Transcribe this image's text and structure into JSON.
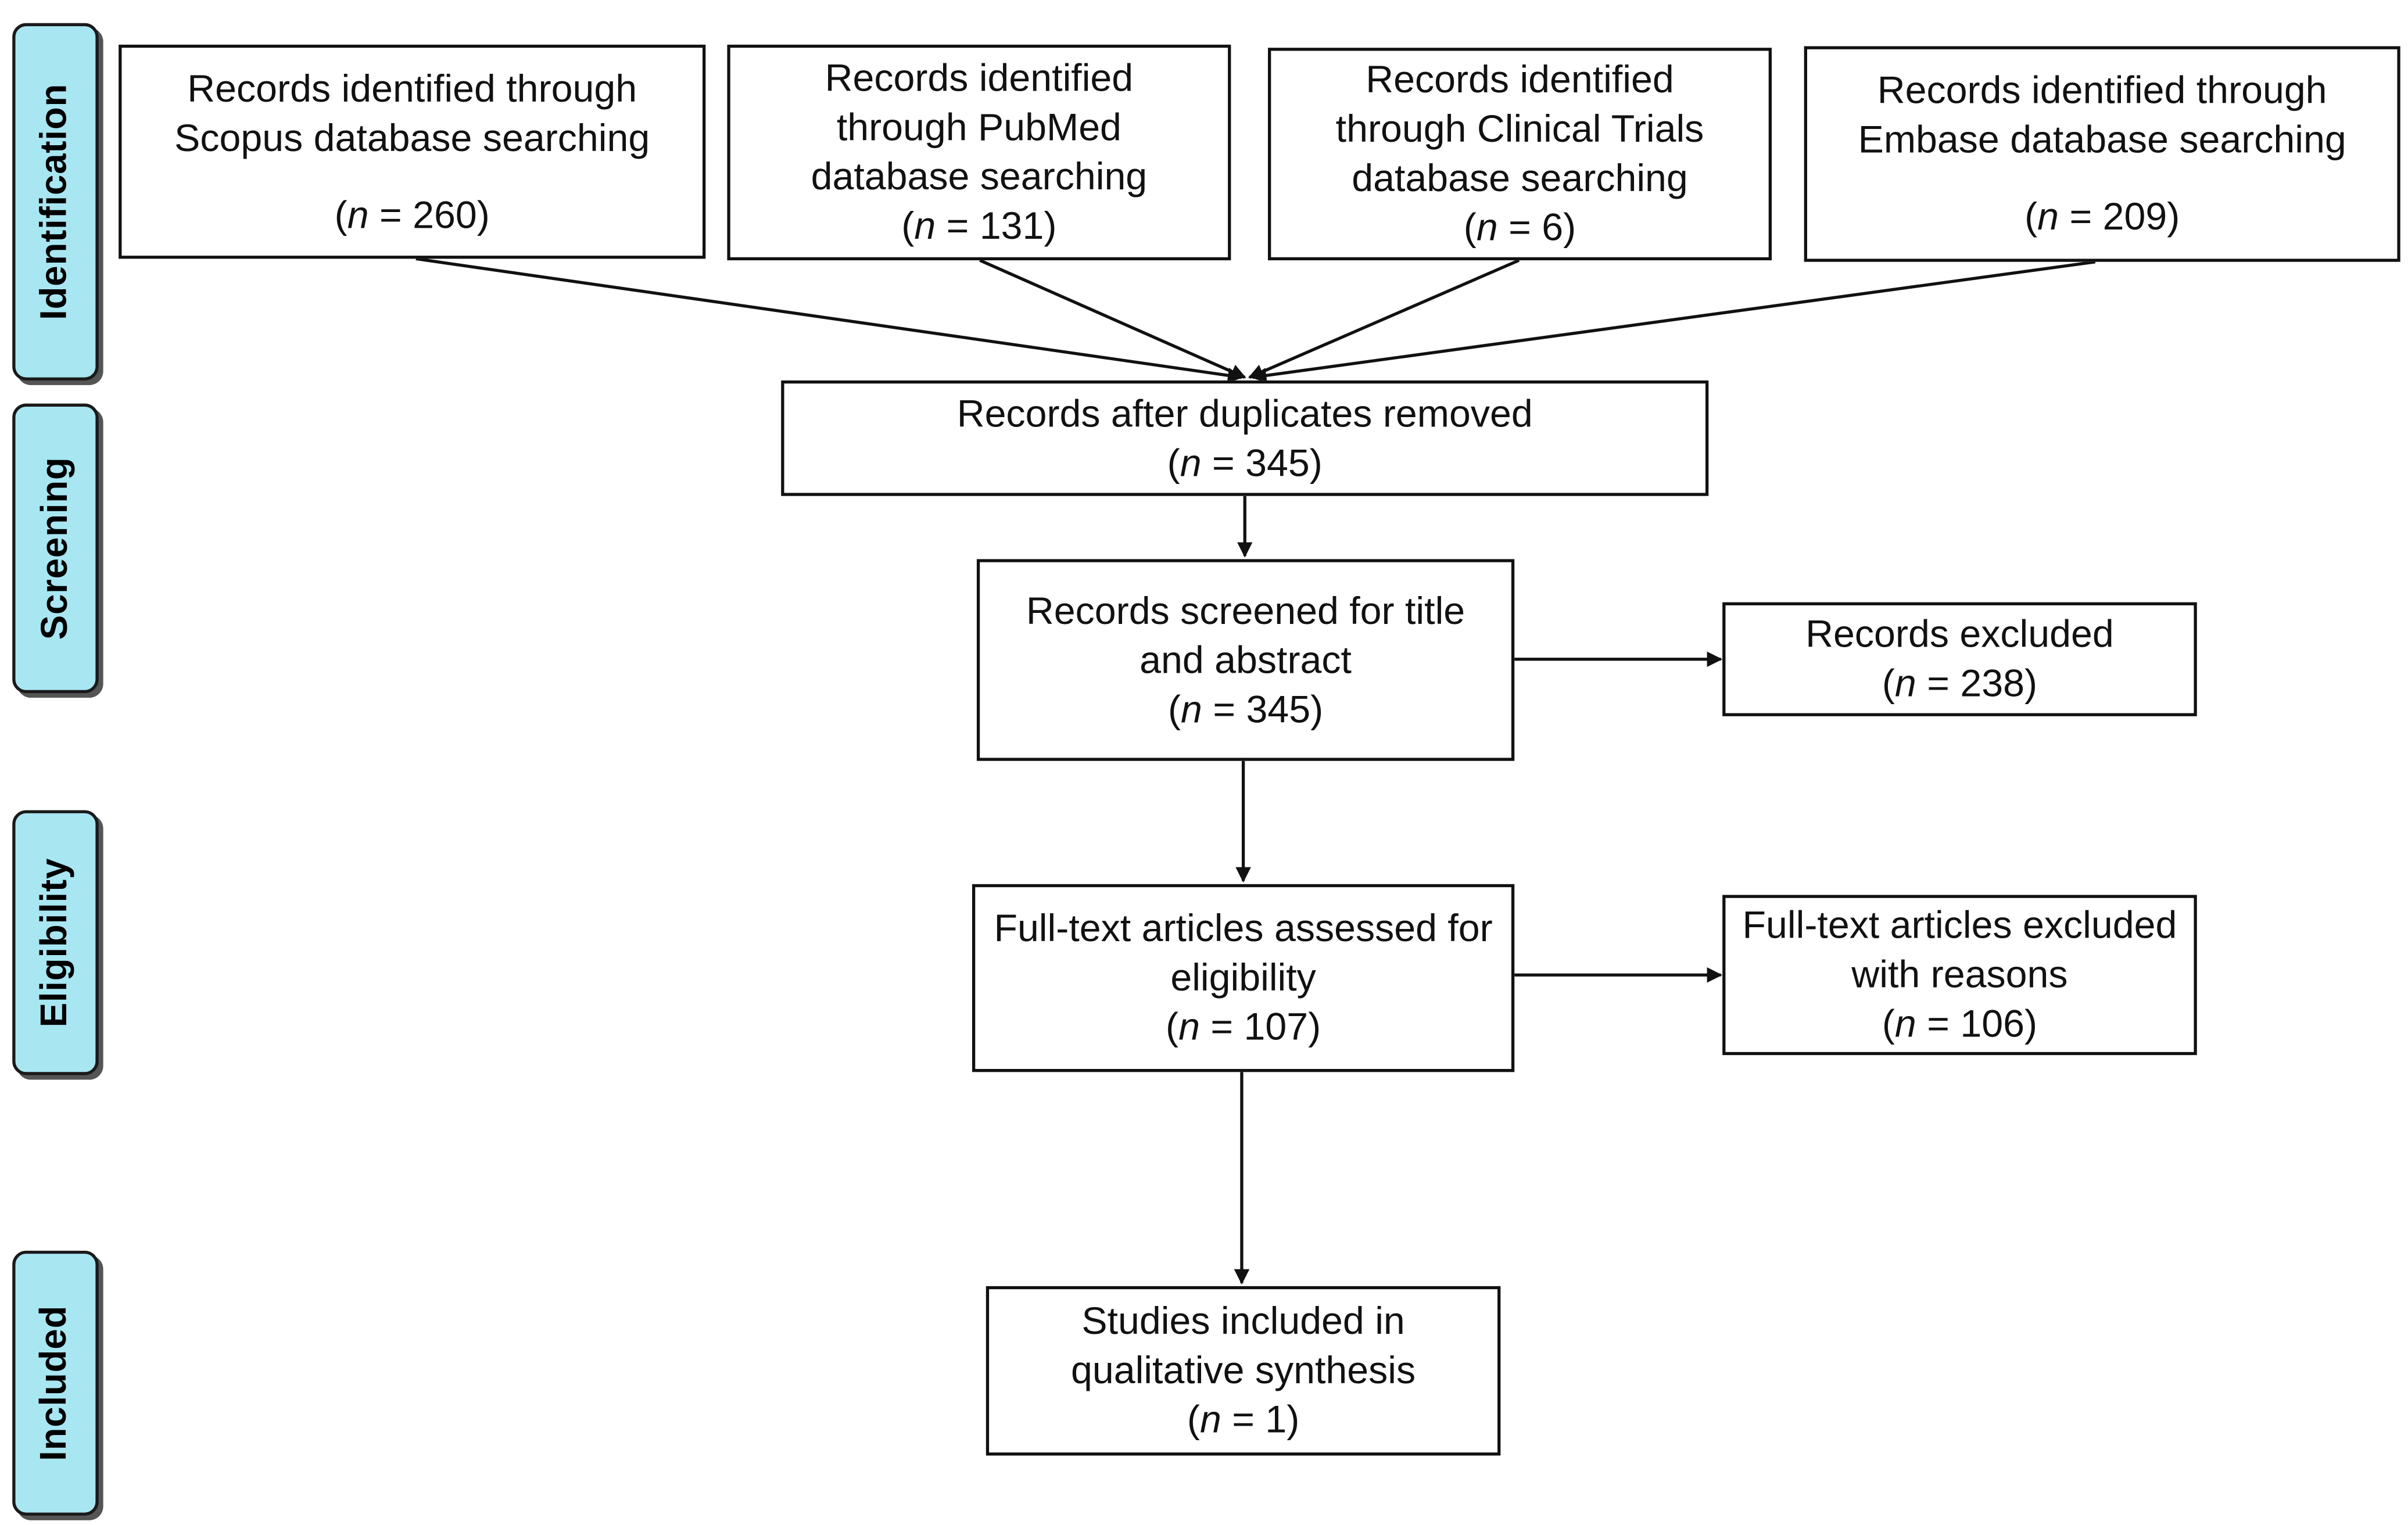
{
  "phases": {
    "identification": "Identification",
    "screening": "Screening",
    "eligibility": "Eligibility",
    "included": "Included"
  },
  "n_prefix": "n",
  "n_equals": " = ",
  "identification": {
    "scopus": {
      "title": "Records identified through Scopus database searching",
      "n": "260"
    },
    "pubmed": {
      "title": "Records identified through PubMed database searching",
      "n": "131"
    },
    "clinical_trials": {
      "title": "Records identified through Clinical Trials database searching",
      "n": "6"
    },
    "embase": {
      "title": "Records identified through Embase database searching",
      "n": "209"
    }
  },
  "screening": {
    "duplicates_removed": {
      "title": "Records after duplicates removed",
      "n": "345"
    },
    "screened": {
      "title": "Records screened for title and abstract",
      "n": "345"
    },
    "excluded": {
      "title": "Records excluded",
      "n": "238"
    }
  },
  "eligibility": {
    "assessed": {
      "title": "Full-text articles assessed for eligibility",
      "n": "107"
    },
    "excluded": {
      "title": "Full-text articles excluded with reasons",
      "n": "106"
    }
  },
  "included": {
    "qualitative": {
      "title": "Studies included in qualitative synthesis",
      "n": "1"
    }
  }
}
